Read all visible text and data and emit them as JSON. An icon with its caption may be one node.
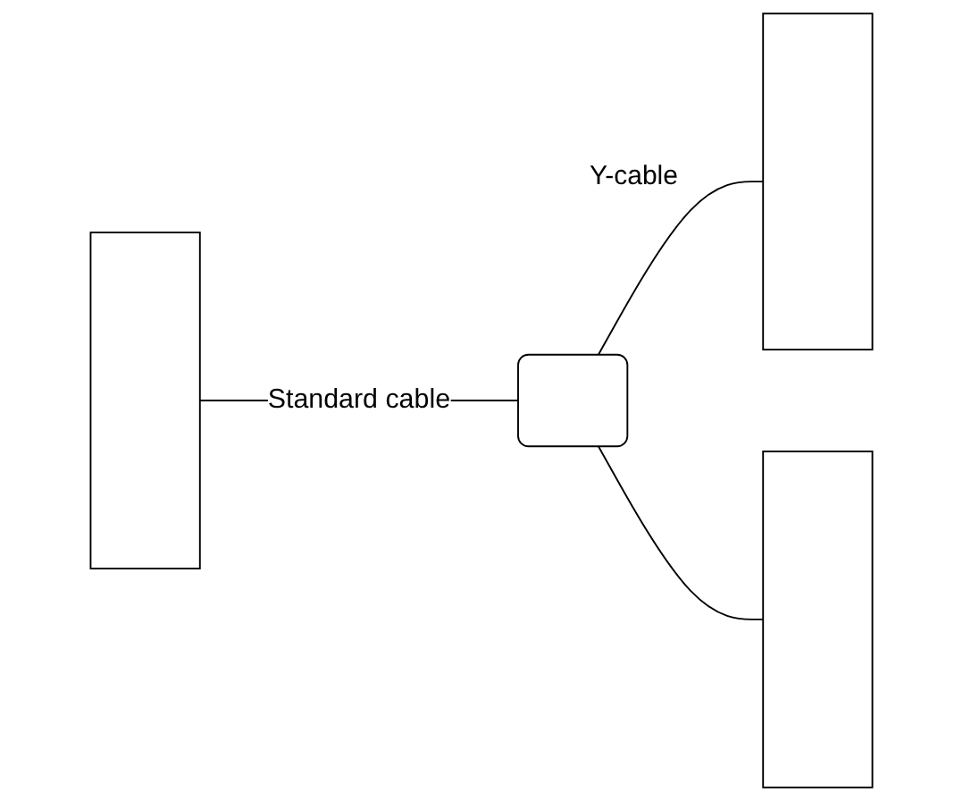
{
  "diagram": {
    "nodes": [
      {
        "text": [],
        "shape": "box"
      },
      {
        "text": [],
        "shape": "box"
      },
      {
        "text": [],
        "shape": "box"
      },
      {
        "text": [],
        "shape": "box"
      }
    ],
    "edges": [
      {
        "from": 0,
        "to": 1,
        "arrow": "none",
        "label": "Standard cable"
      },
      {
        "from": 1,
        "to": 2,
        "arrow": "none"
      },
      {
        "from": 1,
        "to": 3,
        "arrow": "none"
      }
    ],
    "labels": [
      "Y-cable"
    ]
  }
}
